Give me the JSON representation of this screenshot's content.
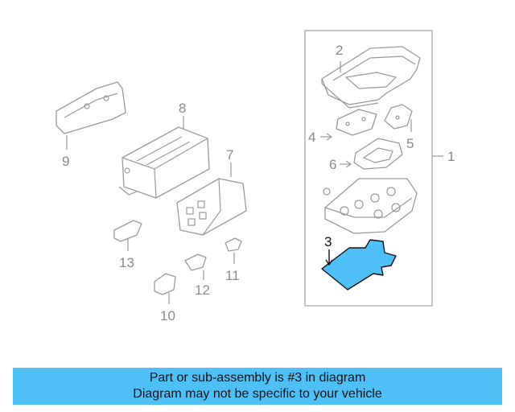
{
  "diagram": {
    "callouts": [
      "1",
      "2",
      "3",
      "4",
      "5",
      "6",
      "7",
      "8",
      "9",
      "10",
      "11",
      "12",
      "13"
    ],
    "highlighted_part": "3",
    "highlight_color": "#4fc0f7",
    "line_color": "#9a9a9a"
  },
  "banner": {
    "line1": "Part or sub-assembly is #3 in diagram",
    "line2": "Diagram may not be specific to your vehicle",
    "background": "#4fc0f7"
  }
}
